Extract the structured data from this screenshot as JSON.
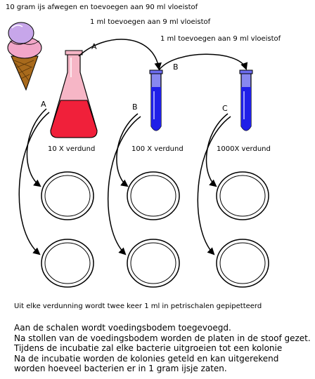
{
  "steps": {
    "step1": "10 gram ijs afwegen en toevoegen aan 90 ml vloeistof",
    "step2": "1 ml toevoegen aan 9 ml vloeistof",
    "step3": "1 ml toevoegen aan 9 ml vloeistof"
  },
  "letters": {
    "transfer_a": "A",
    "transfer_b": "B",
    "plate_a": "A",
    "plate_b": "B",
    "plate_c": "C"
  },
  "dilutions": {
    "d1": "10 X verdund",
    "d2": "100 X verdund",
    "d3": "1000X verdund"
  },
  "plating_note": "Uit elke verdunning wordt twee keer 1 ml in petrischalen gepipetteerd",
  "footer_lines": [
    "Aan de schalen wordt voedingsbodem toegevoegd.",
    "Na stollen van de voedingsbodem worden de platen in de stoof gezet.",
    "Tijdens de incubatie zal elke bacterie uitgroeien tot een kolonie",
    "Na de incubatie worden de kolonies geteld en kan uitgerekend",
    "worden hoeveel bacterien er in 1 gram ijsje zaten."
  ],
  "colors": {
    "flask_liquid": "#f0203a",
    "flask_glass": "#f6b6c6",
    "tube_liquid": "#2020e8",
    "ice_cream_top": "#c7a6ea",
    "ice_cream_bottom": "#f2a6c8",
    "cone": "#a86a1c"
  }
}
